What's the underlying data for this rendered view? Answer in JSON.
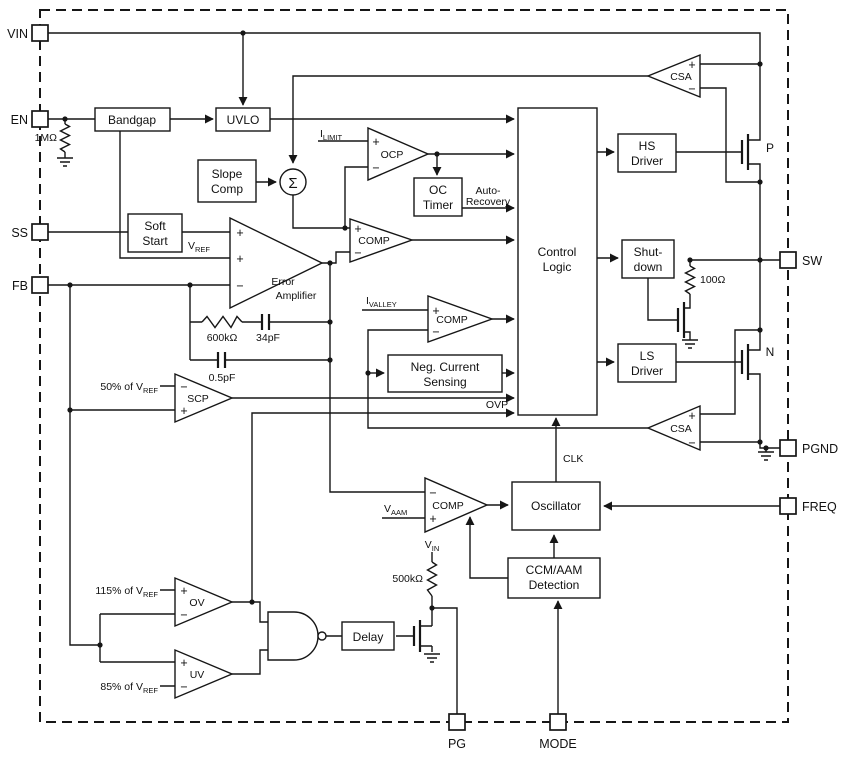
{
  "pins": {
    "vin": "VIN",
    "en": "EN",
    "ss": "SS",
    "fb": "FB",
    "sw": "SW",
    "pgnd": "PGND",
    "freq": "FREQ",
    "pg": "PG",
    "mode": "MODE"
  },
  "blocks": {
    "bandgap": "Bandgap",
    "uvlo": "UVLO",
    "slope_comp": {
      "l1": "Slope",
      "l2": "Comp"
    },
    "soft_start": {
      "l1": "Soft",
      "l2": "Start"
    },
    "oc_timer": {
      "l1": "OC",
      "l2": "Timer"
    },
    "control_logic": {
      "l1": "Control",
      "l2": "Logic"
    },
    "hs_driver": {
      "l1": "HS",
      "l2": "Driver"
    },
    "shutdown": {
      "l1": "Shut-",
      "l2": "down"
    },
    "ls_driver": {
      "l1": "LS",
      "l2": "Driver"
    },
    "neg_current": {
      "l1": "Neg. Current",
      "l2": "Sensing"
    },
    "oscillator": "Oscillator",
    "ccm_aam": {
      "l1": "CCM/AAM",
      "l2": "Detection"
    },
    "delay": "Delay"
  },
  "amps": {
    "ocp": "OCP",
    "pwm_comp": "COMP",
    "error_amp": {
      "l1": "Error",
      "l2": "Amplifier"
    },
    "valley_comp": "COMP",
    "scp": "SCP",
    "aam_comp": "COMP",
    "ov": "OV",
    "uv": "UV",
    "csa_top": "CSA",
    "csa_bottom": "CSA"
  },
  "signals": {
    "ilimit": {
      "base": "I",
      "sub": "LIMIT"
    },
    "ivalley": {
      "base": "I",
      "sub": "VALLEY"
    },
    "vref": {
      "base": "V",
      "sub": "REF"
    },
    "vaam": {
      "base": "V",
      "sub": "AAM"
    },
    "vin_rail": {
      "base": "V",
      "sub": "IN"
    },
    "auto_recovery": {
      "l1": "Auto-",
      "l2": "Recovery"
    },
    "ovp": "OVP",
    "clk": "CLK",
    "pct115": {
      "prefix": "115% of V",
      "sub": "REF"
    },
    "pct50": {
      "prefix": "50% of V",
      "sub": "REF"
    },
    "pct85": {
      "prefix": "85% of V",
      "sub": "REF"
    }
  },
  "components": {
    "r_en": "1MΩ",
    "r_comp": "600kΩ",
    "c_comp": "34pF",
    "c_hf": "0.5pF",
    "r_sw": "100Ω",
    "r_pg": "500kΩ",
    "sigma": "Σ"
  },
  "transistors": {
    "p": "P",
    "n": "N"
  },
  "signs": {
    "plus": "+",
    "minus": "−"
  },
  "colors": {
    "line": "#161616",
    "background": "#ffffff"
  }
}
